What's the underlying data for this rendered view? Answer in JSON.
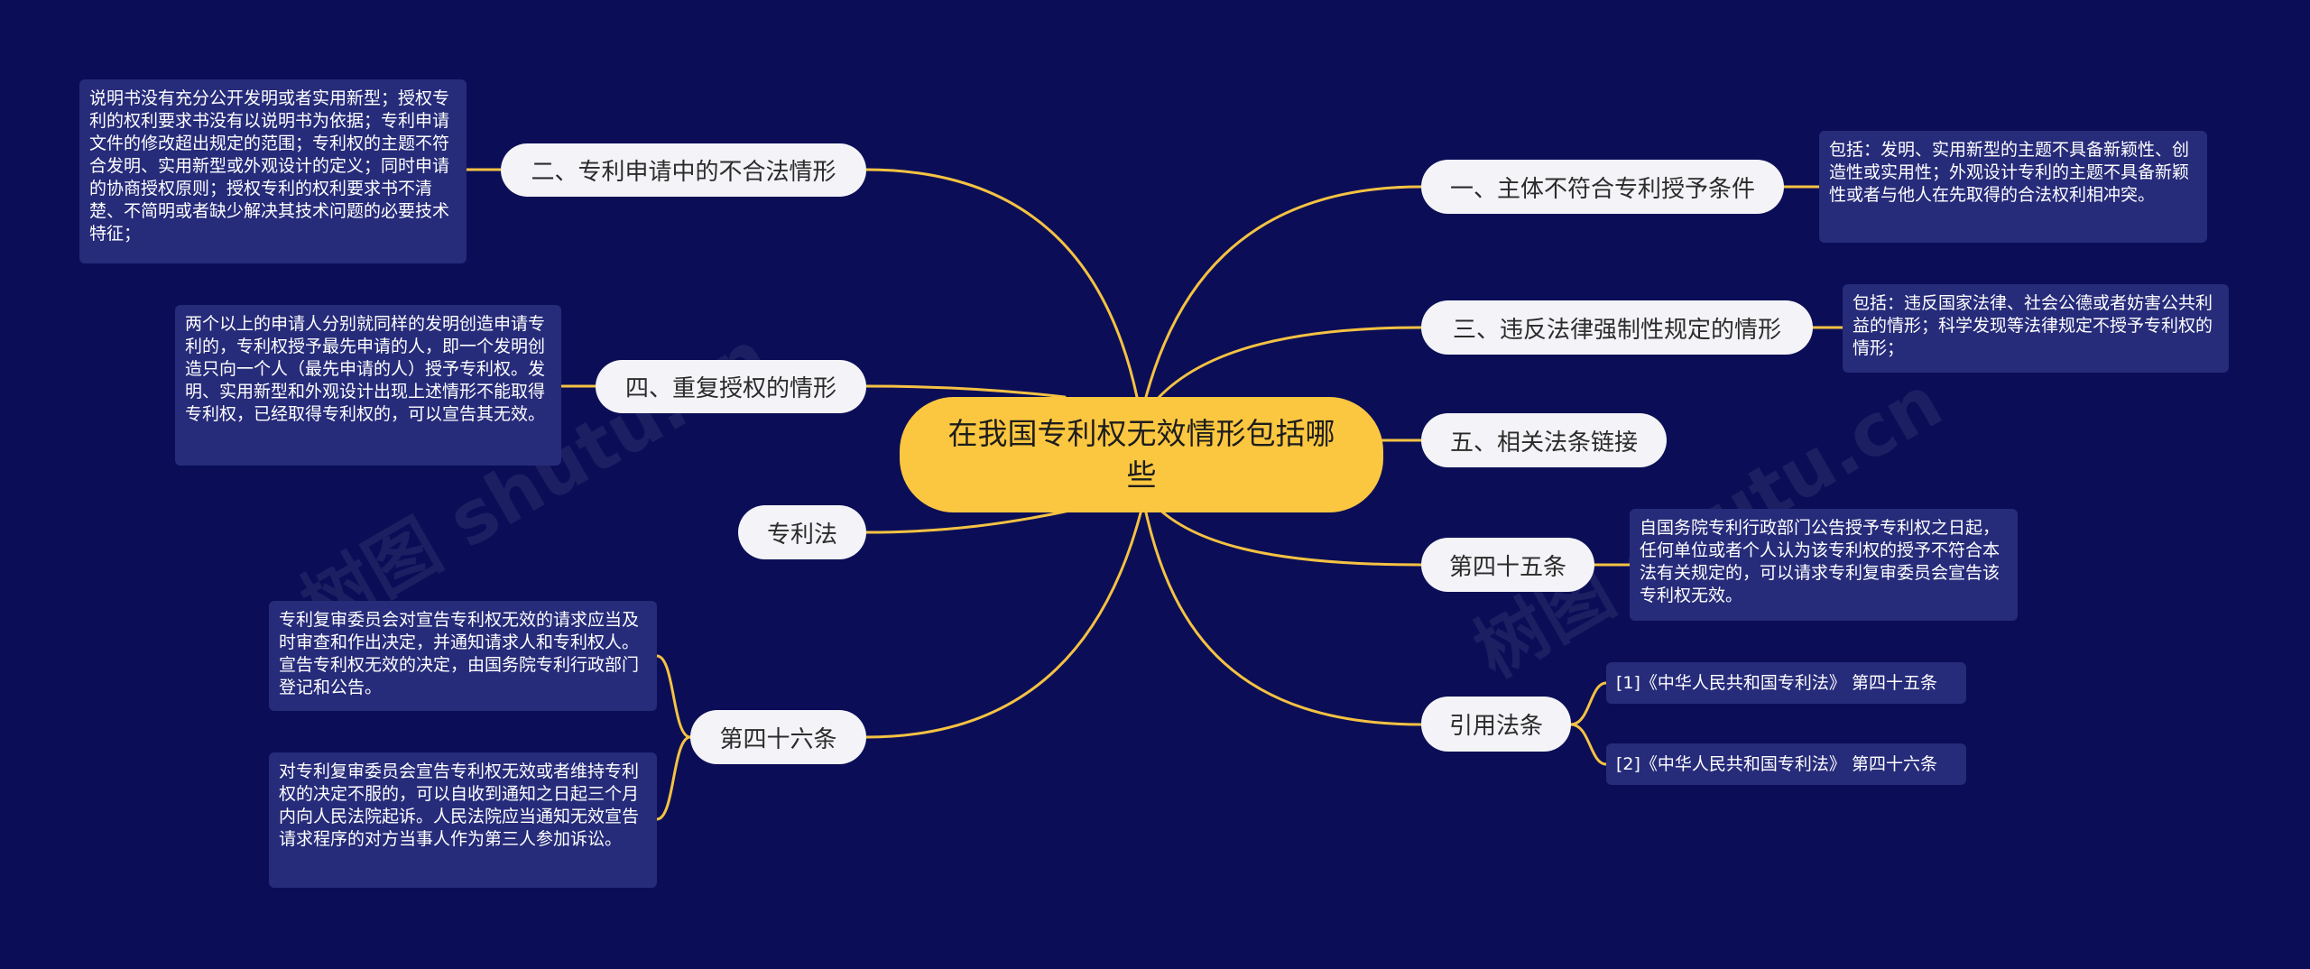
{
  "center": "在我国专利权无效情形包括哪些",
  "left_branches": {
    "b2": {
      "label": "二、专利申请中的不合法情形",
      "detail": "说明书没有充分公开发明或者实用新型；授权专利的权利要求书没有以说明书为依据；专利申请文件的修改超出规定的范围；专利权的主题不符合发明、实用新型或外观设计的定义；同时申请的协商授权原则；授权专利的权利要求书不清楚、不简明或者缺少解决其技术问题的必要技术特征；"
    },
    "b4": {
      "label": "四、重复授权的情形",
      "detail": "两个以上的申请人分别就同样的发明创造申请专利的，专利权授予最先申请的人，即一个发明创造只向一个人（最先申请的人）授予专利权。发明、实用新型和外观设计出现上述情形不能取得专利权，已经取得专利权的，可以宣告其无效。"
    },
    "law": {
      "label": "专利法"
    },
    "a46": {
      "label": "第四十六条",
      "detail1": "专利复审委员会对宣告专利权无效的请求应当及时审查和作出决定，并通知请求人和专利权人。宣告专利权无效的决定，由国务院专利行政部门登记和公告。",
      "detail2": "对专利复审委员会宣告专利权无效或者维持专利权的决定不服的，可以自收到通知之日起三个月内向人民法院起诉。人民法院应当通知无效宣告请求程序的对方当事人作为第三人参加诉讼。"
    }
  },
  "right_branches": {
    "b1": {
      "label": "一、主体不符合专利授予条件",
      "detail": "包括：发明、实用新型的主题不具备新颖性、创造性或实用性；外观设计专利的主题不具备新颖性或者与他人在先取得的合法权利相冲突。"
    },
    "b3": {
      "label": "三、违反法律强制性规定的情形",
      "detail": "包括：违反国家法律、社会公德或者妨害公共利益的情形；科学发现等法律规定不授予专利权的情形；"
    },
    "b5": {
      "label": "五、相关法条链接"
    },
    "a45": {
      "label": "第四十五条",
      "detail": "自国务院专利行政部门公告授予专利权之日起，任何单位或者个人认为该专利权的授予不符合本法有关规定的，可以请求专利复审委员会宣告该专利权无效。"
    },
    "refs": {
      "label": "引用法条",
      "ref1": "[1]《中华人民共和国专利法》 第四十五条",
      "ref2": "[2]《中华人民共和国专利法》 第四十六条"
    }
  },
  "watermark": "树图 shutu.cn",
  "colors": {
    "background": "#0b0e57",
    "center_fill": "#fcc740",
    "connector": "#f5c242",
    "branch_fill": "#f4f4f8",
    "leaf_fill": "#262b7a"
  }
}
